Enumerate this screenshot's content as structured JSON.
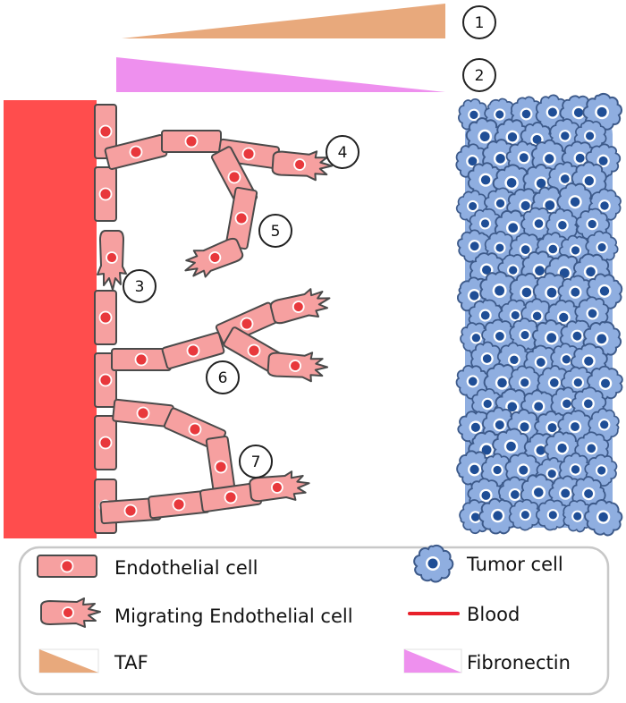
{
  "gradients": [
    {
      "id": "gradient-1",
      "marker": "1",
      "color": "#E8A97C"
    },
    {
      "id": "gradient-2",
      "marker": "2",
      "color": "#EE90EE"
    }
  ],
  "stage_markers": [
    "3",
    "4",
    "5",
    "6",
    "7"
  ],
  "legend": {
    "endothelial_cell": "Endothelial  cell",
    "migrating_endothelial_cell": "Migrating Endothelial cell",
    "taf": "TAF",
    "tumor_cell": "Tumor cell",
    "blood": "Blood",
    "fibronectin": "Fibronectin"
  },
  "colors": {
    "vessel": "#FF4D4D",
    "endothelial_fill": "#F6A0A0",
    "endothelial_nucleus": "#E8383C",
    "outline": "#4A4A4A",
    "tumor_fill": "#8FAEE0",
    "tumor_nucleus": "#1F4E96",
    "blood_line": "#E8202A"
  }
}
